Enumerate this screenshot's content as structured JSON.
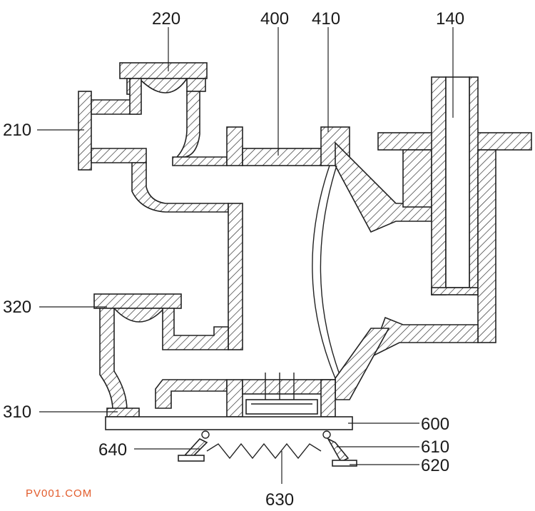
{
  "colors": {
    "line": "#222222",
    "watermark": "#e25b2b"
  },
  "labels": {
    "l220": "220",
    "l400": "400",
    "l410": "410",
    "l140": "140",
    "l210": "210",
    "l320": "320",
    "l310": "310",
    "l600": "600",
    "l640": "640",
    "l610": "610",
    "l620": "620",
    "l630": "630"
  },
  "watermark": "PV001.COM"
}
